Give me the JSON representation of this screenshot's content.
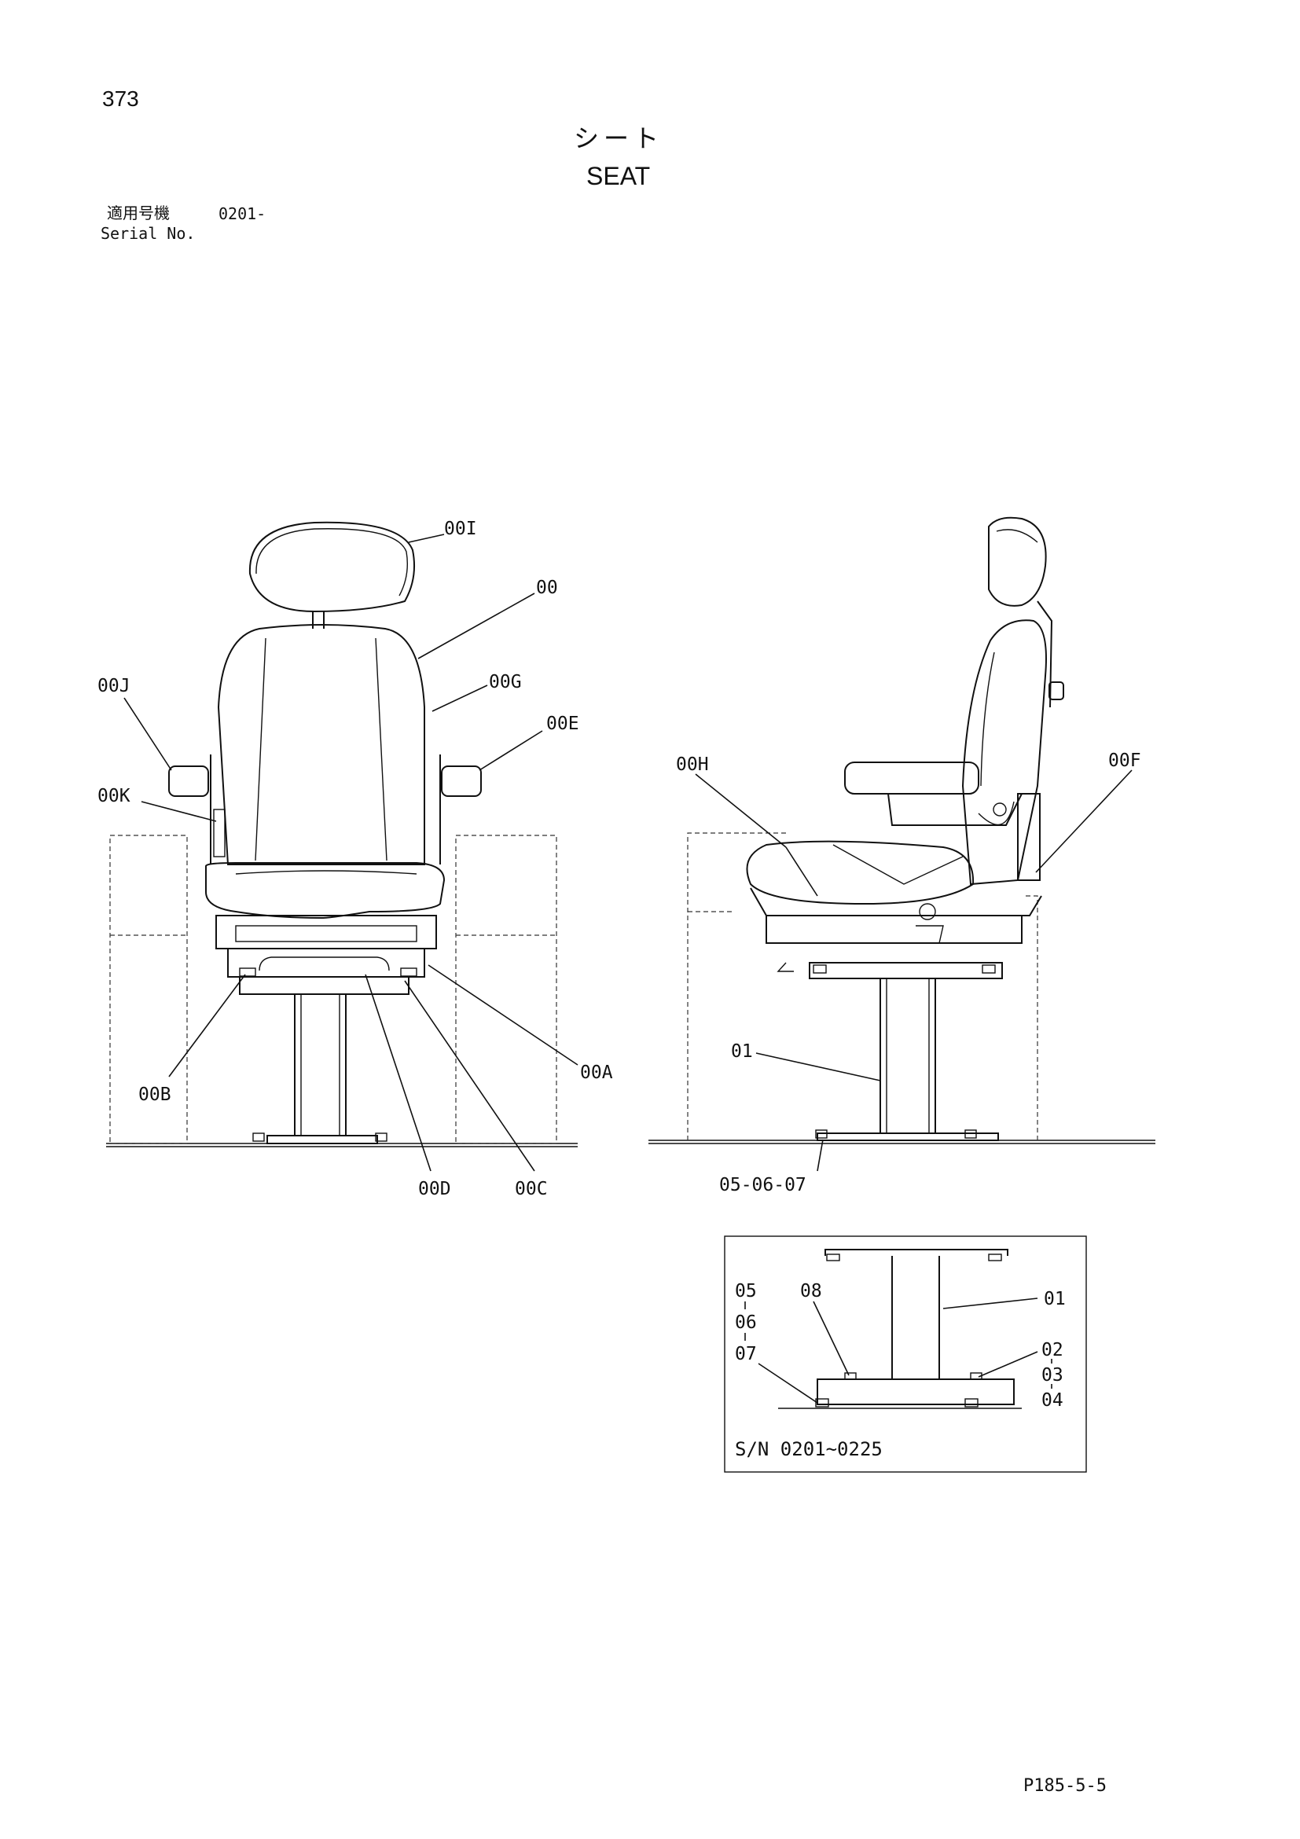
{
  "page": {
    "number": "373",
    "doc_code": "P185-5-5"
  },
  "title": {
    "jp": "シート",
    "en": "SEAT"
  },
  "serial": {
    "label_jp": "適用号機",
    "value": "0201-",
    "label_en": "Serial No."
  },
  "callouts": {
    "c00I": "00I",
    "c00": "00",
    "c00G": "00G",
    "c00J": "00J",
    "c00E": "00E",
    "c00K": "00K",
    "c00B": "00B",
    "c00A": "00A",
    "c00D": "00D",
    "c00C": "00C",
    "c00H": "00H",
    "c00F": "00F",
    "c01": "01",
    "c05_06_07": "05-06-07"
  },
  "inset": {
    "labels": {
      "l05": "05",
      "l06": "06",
      "l07": "07",
      "l08": "08",
      "l01": "01",
      "l02": "02",
      "l03": "03",
      "l04": "04"
    },
    "serial_range": "S/N 0201~0225"
  }
}
